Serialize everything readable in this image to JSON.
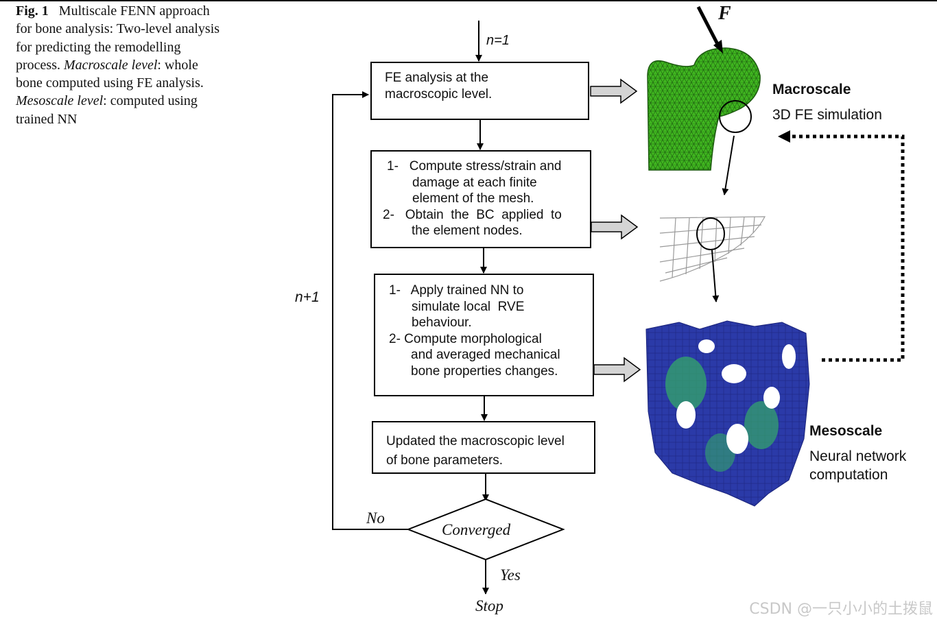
{
  "caption": {
    "fig_label": "Fig. 1",
    "part1": "Multiscale FENN approach for bone analysis: Two-level analysis for predicting the remodelling process.",
    "macro_label": "Macroscale level",
    "part2": ": whole bone computed using FE analysis.",
    "meso_label": "Mesoscale level",
    "part3": ": computed using trained NN"
  },
  "flow": {
    "n_start": "n=1",
    "n_loop": "n+1",
    "box1": [
      "FE analysis at the",
      "macroscopic level."
    ],
    "box2": [
      "1-   Compute stress/strain and",
      "damage at each finite",
      "element of the mesh.",
      "2-   Obtain  the  BC  applied  to",
      "the element nodes."
    ],
    "box3": [
      "1-   Apply trained NN to",
      "simulate local  RVE",
      "behaviour.",
      "2- Compute morphological",
      "and averaged mechanical",
      "bone properties changes."
    ],
    "box4": [
      "Updated the macroscopic level",
      "of bone parameters."
    ],
    "decision": "Converged",
    "no": "No",
    "yes": "Yes",
    "stop": "Stop"
  },
  "figure": {
    "force": "F",
    "macro_title": "Macroscale",
    "macro_sub": "3D FE simulation",
    "meso_title": "Mesoscale",
    "meso_sub1": "Neural network",
    "meso_sub2": "computation"
  },
  "watermark": "CSDN @一只小小的土拨鼠",
  "colors": {
    "bone_green": "#3fb51f",
    "meso_blue": "#2b3aa8",
    "meso_green": "#34a86a",
    "arrow_gray": "#cfcfcf"
  }
}
